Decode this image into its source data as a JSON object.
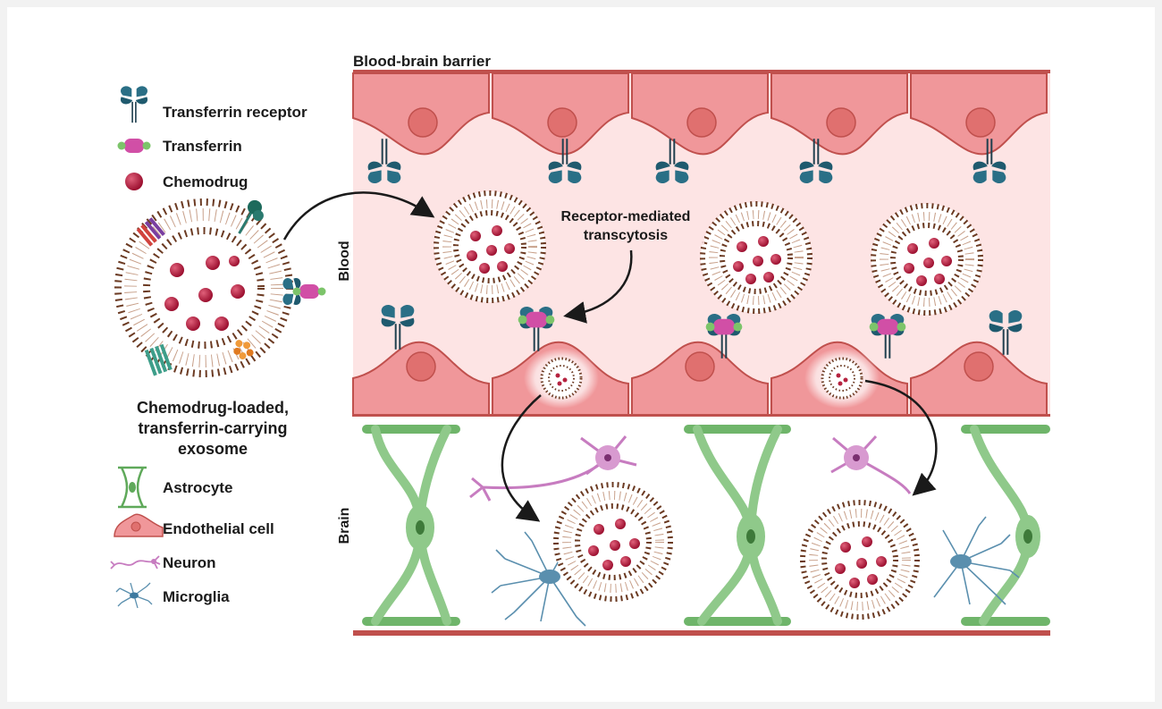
{
  "title": "Blood-brain barrier",
  "legend": {
    "transferrin_receptor": "Transferrin receptor",
    "transferrin": "Transferrin",
    "chemodrug": "Chemodrug",
    "exosome_line1": "Chemodrug-loaded,",
    "exosome_line2": "transferrin-carrying",
    "exosome_line3": "exosome",
    "astrocyte": "Astrocyte",
    "endothelial_cell": "Endothelial cell",
    "neuron": "Neuron",
    "microglia": "Microglia"
  },
  "regions": {
    "blood": "Blood",
    "brain": "Brain"
  },
  "annotation": {
    "line1": "Receptor-mediated",
    "line2": "transcytosis"
  },
  "colors": {
    "endothelial": "#f0979a",
    "endothelial_edge": "#c0504d",
    "blood_bg": "#fde4e4",
    "membrane": "#6b3a22",
    "drug": "#b5223f",
    "receptor": "#2a6f86",
    "transferrin": "#d14fa6",
    "astrocyte": "#8fc98a",
    "neuron": "#c77cc0",
    "microglia": "#5a8fae"
  }
}
